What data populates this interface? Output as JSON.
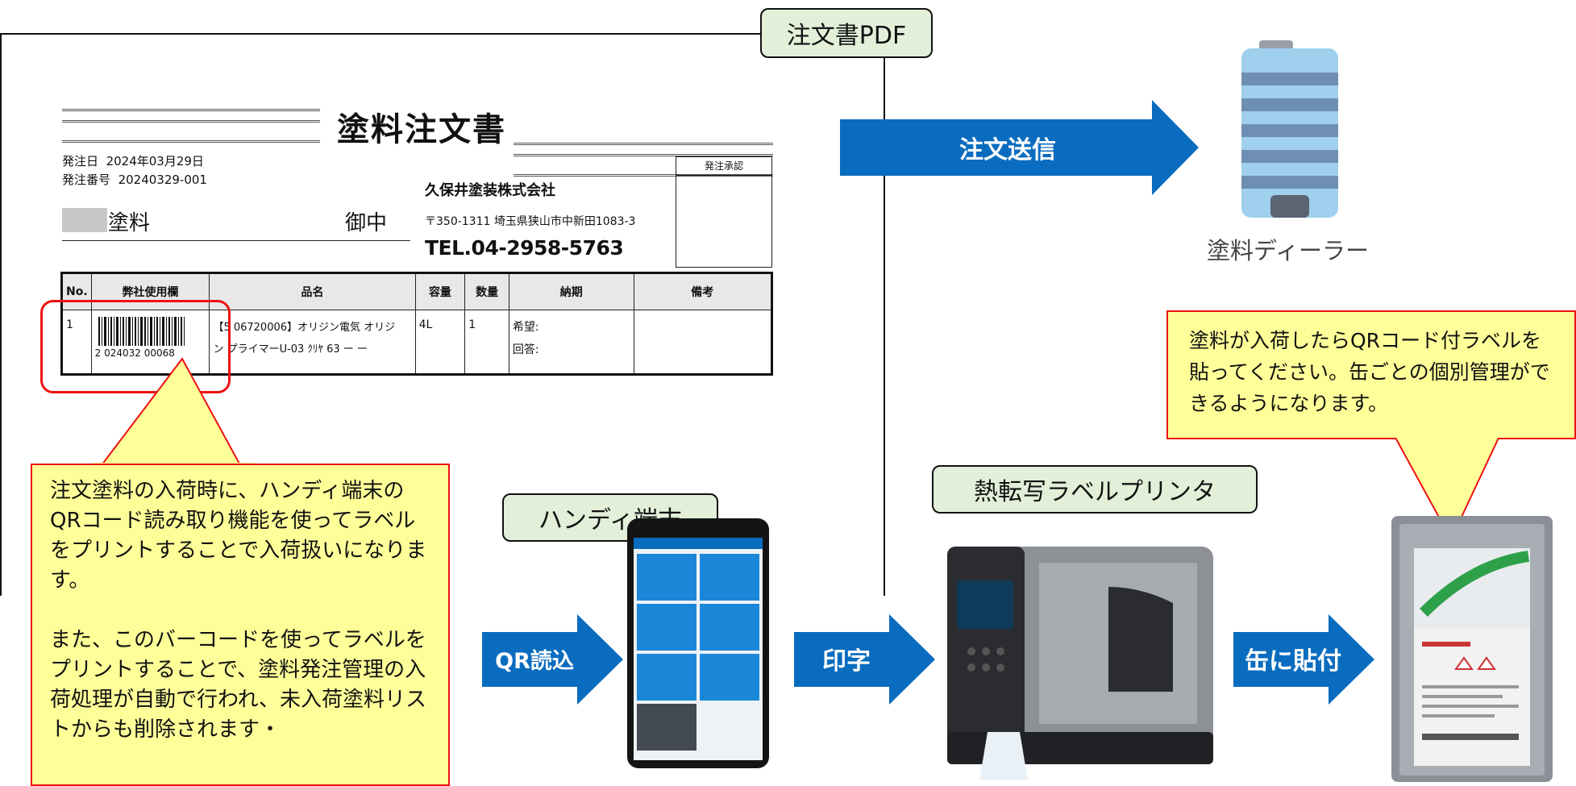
{
  "pdf_tag": "注文書PDF",
  "document": {
    "title": "塗料注文書",
    "order_date_label": "発注日",
    "order_date": "2024年03月29日",
    "order_no_label": "発注番号",
    "order_no": "20240329-001",
    "recipient": "塗料",
    "honorific": "御中",
    "company": "久保井塗装株式会社",
    "address": "〒350-1311 埼玉県狭山市中新田1083-3",
    "tel": "TEL.04-2958-5763",
    "approval_label": "発注承認",
    "table": {
      "headers": [
        "No.",
        "弊社使用欄",
        "品名",
        "容量",
        "数量",
        "納期",
        "備考"
      ],
      "row": {
        "no": "1",
        "barcode_text": "2 024032 00068",
        "item_line1": "【5 06720006】オリジン電気 オリジ",
        "item_line2": "ン プライマーU-03 ｸﾘﾔ 63 ー ー",
        "capacity": "4L",
        "quantity": "1",
        "delivery_line1": "希望:",
        "delivery_line2": "回答:",
        "remarks": ""
      }
    }
  },
  "arrows": {
    "order_send": "注文送信",
    "qr_read": "QR読込",
    "print": "印字",
    "attach": "缶に貼付"
  },
  "dealer_label": "塗料ディーラー",
  "handy_tag": "ハンディ端末",
  "printer_tag": "熱転写ラベルプリンタ",
  "callout_right": "塗料が入荷したらQRコード付ラベルを貼ってください。缶ごとの個別管理ができるようになります。",
  "callout_left_p1": "注文塗料の入荷時に、ハンディ端末のQRコード読み取り機能を使ってラベルをプリントすることで入荷扱いになります。",
  "callout_left_p2": "また、このバーコードを使ってラベルをプリントすることで、塗料発注管理の入荷処理が自動で行われ、未入荷塗料リストからも削除されます・",
  "colors": {
    "arrow_blue": "#0a6cbf",
    "tag_green": "#e2efd9",
    "callout_yellow": "#ffff99",
    "callout_border": "#e11111"
  }
}
